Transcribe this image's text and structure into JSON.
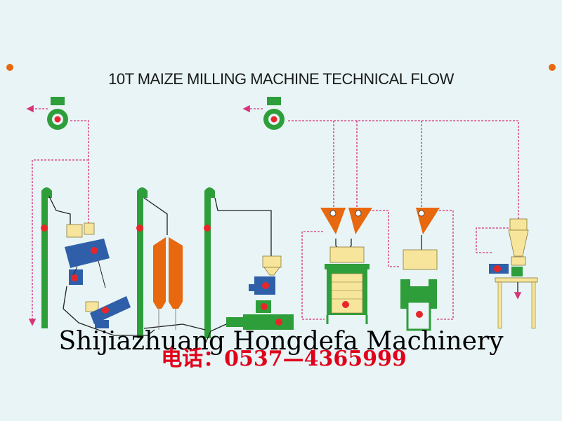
{
  "title": "10T MAIZE MILLING MACHINE TECHNICAL FLOW",
  "watermark": "Shijiazhuang Hongdefa Machinery",
  "phone": "电话：0537—4365999",
  "colors": {
    "background": "#e8f4f5",
    "elevator": "#2e9e3a",
    "hopper": "#e8680f",
    "machine_yellow": "#f6e59a",
    "machine_blue": "#2f5fa8",
    "sensor": "#e8262a",
    "pipe": "#d8327a",
    "fan": "#2e9e3a",
    "corner_dot": "#e8680f"
  }
}
